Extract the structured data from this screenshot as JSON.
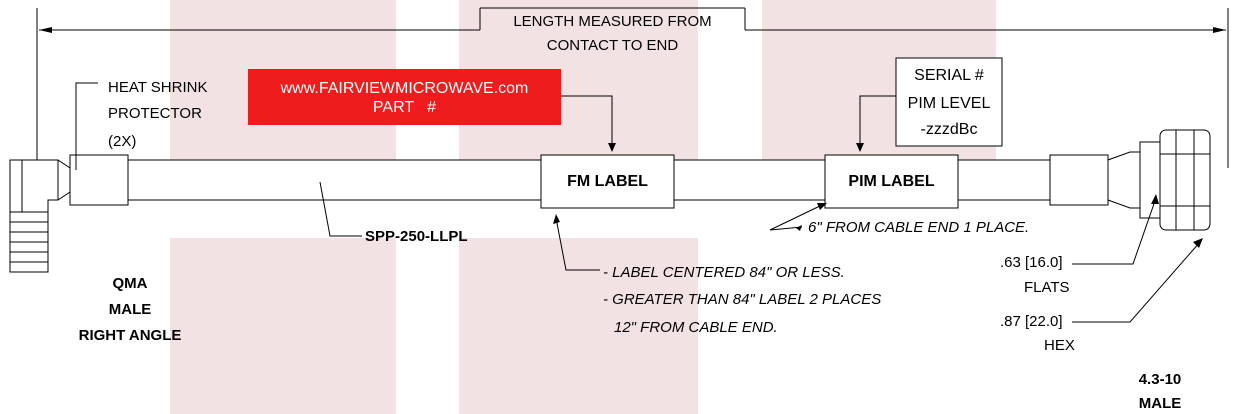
{
  "colors": {
    "watermark": "#f2e2e3",
    "red_label": "#ee1c1c",
    "line": "#000000"
  },
  "length": {
    "line1": "LENGTH MEASURED FROM",
    "line2": "CONTACT TO END"
  },
  "heat_shrink": {
    "line1": "HEAT SHRINK",
    "line2": "PROTECTOR",
    "line3": "(2X)"
  },
  "red_label": {
    "url": "www.FAIRVIEWMICROWAVE.com",
    "part": "PART   #"
  },
  "serial_box": {
    "line1": "SERIAL #",
    "line2": "PIM LEVEL",
    "line3": "-zzzdBc"
  },
  "fm_label": "FM LABEL",
  "pim_label": "PIM LABEL",
  "cable_part": "SPP-250-LLPL",
  "pim_note": "6\" FROM CABLE END 1 PLACE.",
  "fm_note": {
    "line1": "- LABEL CENTERED 84\" OR LESS.",
    "line2": "- GREATER THAN 84\" LABEL 2 PLACES",
    "line3": "12\" FROM CABLE END."
  },
  "left_connector": {
    "line1": "QMA",
    "line2": "MALE",
    "line3": "RIGHT ANGLE"
  },
  "flats": {
    "line1": ".63 [16.0]",
    "line2": "FLATS"
  },
  "hex": {
    "line1": ".87 [22.0]",
    "line2": "HEX"
  },
  "right_connector": {
    "line1": "4.3-10",
    "line2": "MALE"
  }
}
